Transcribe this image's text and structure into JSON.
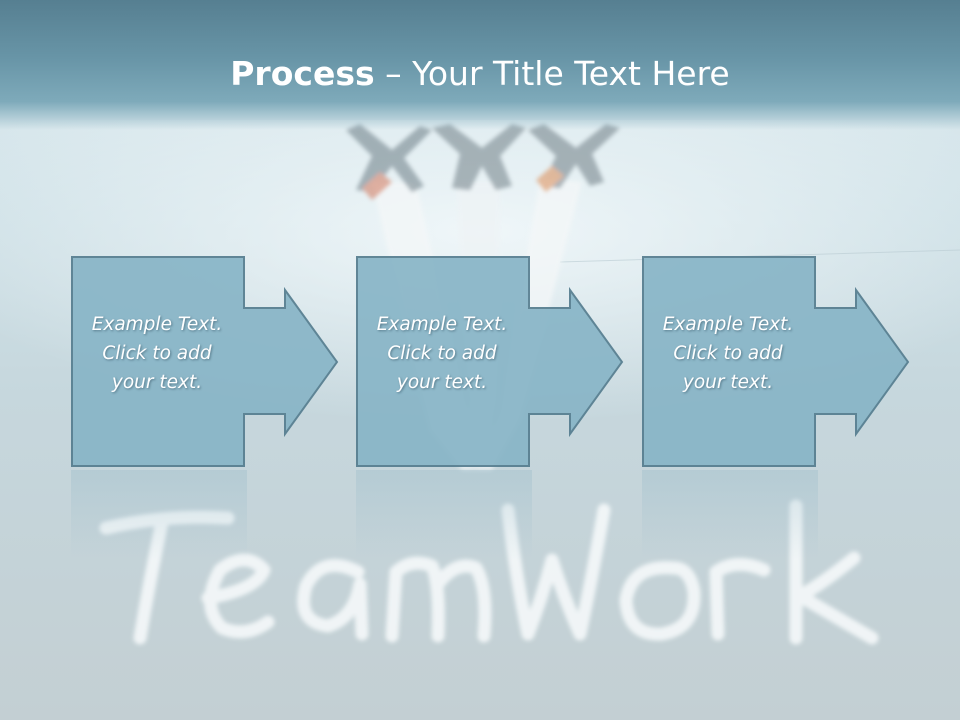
{
  "slide": {
    "title_bold": "Process",
    "title_rest": " – Your Title Text Here",
    "background_word": "Teamwork",
    "colors": {
      "title_band": "#6895a7",
      "box_fill": "#88b5c7",
      "box_stroke": "#557d8f",
      "text": "#ffffff"
    }
  },
  "steps": [
    {
      "line1": "Example Text.",
      "line2": "Click  to add",
      "line3": "your text."
    },
    {
      "line1": "Example Text.",
      "line2": "Click  to add",
      "line3": "your text."
    },
    {
      "line1": "Example Text.",
      "line2": "Click  to add",
      "line3": "your text."
    }
  ]
}
